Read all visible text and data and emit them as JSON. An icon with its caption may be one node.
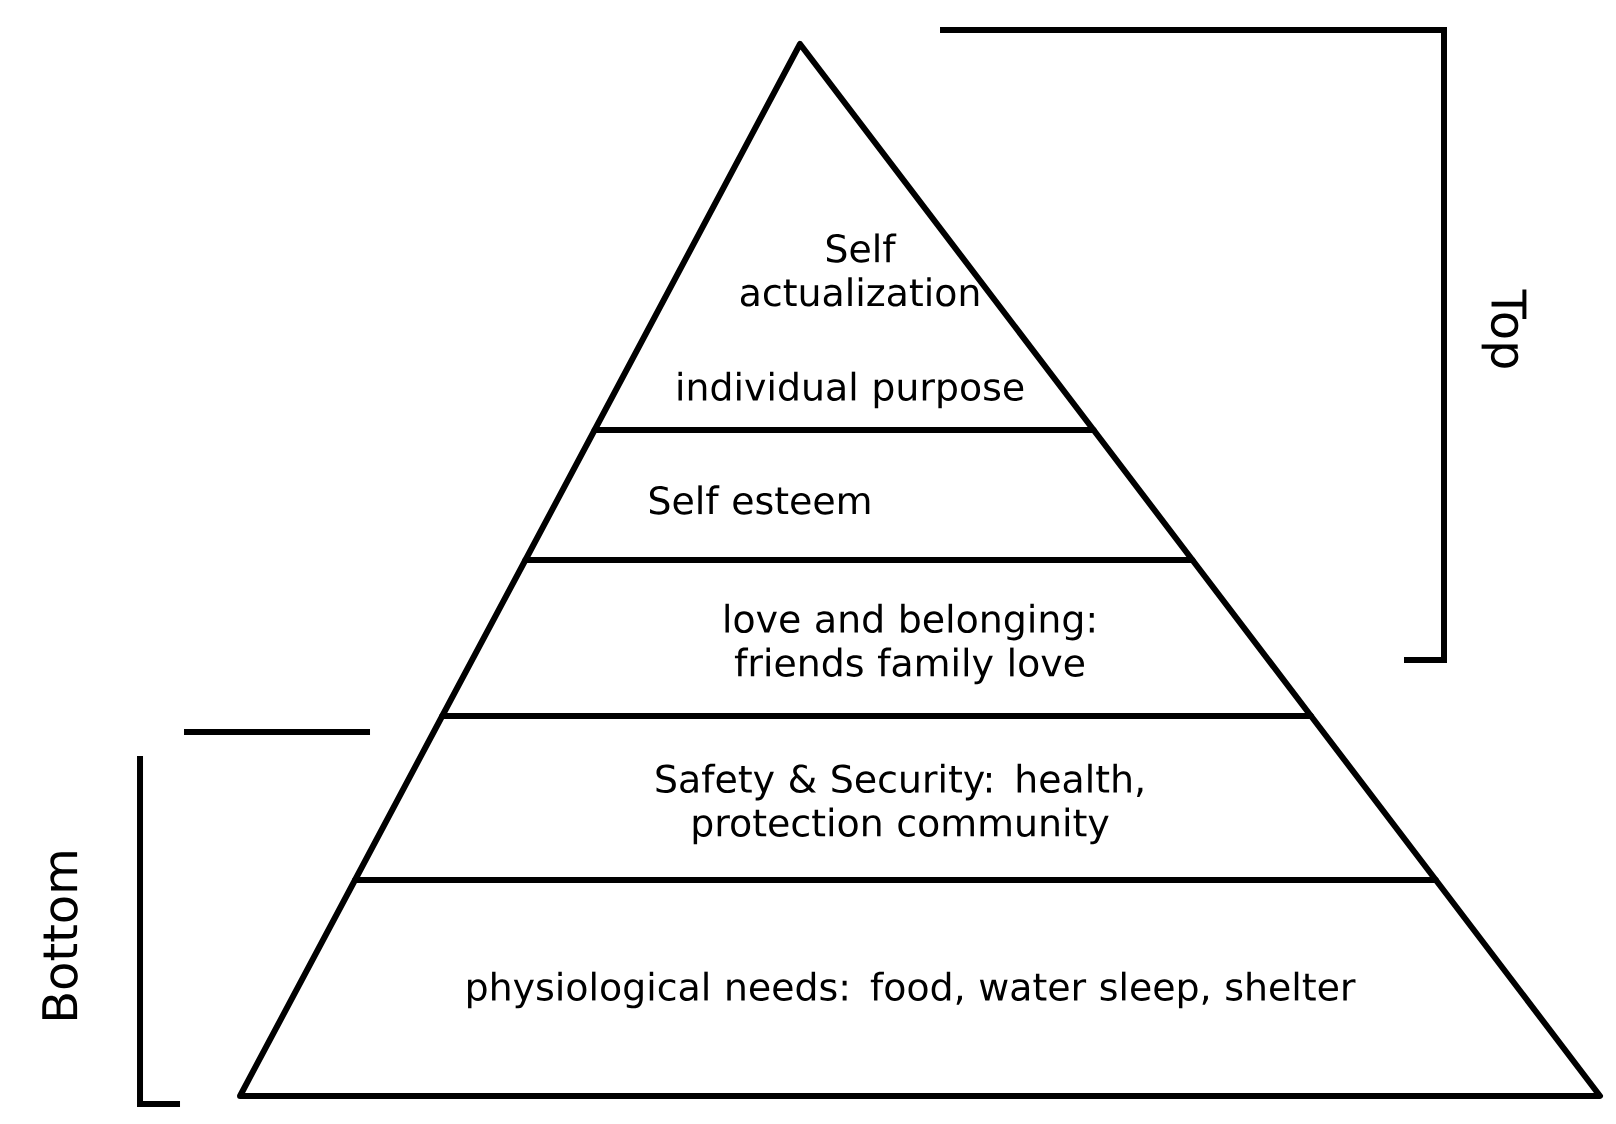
{
  "diagram": {
    "nodes": [
      {
        "text": [
          "Self actualization",
          "individual purpose"
        ]
      },
      {
        "text": [
          "Self esteem"
        ]
      },
      {
        "text": [
          "love and belonging: friends family love"
        ]
      },
      {
        "text": [
          "Safety & Security: health, protection community"
        ]
      },
      {
        "text": [
          "physiological needs: food, water sleep, shelter"
        ]
      }
    ],
    "edges": [],
    "labels": [
      "Top",
      "Bottom"
    ]
  }
}
